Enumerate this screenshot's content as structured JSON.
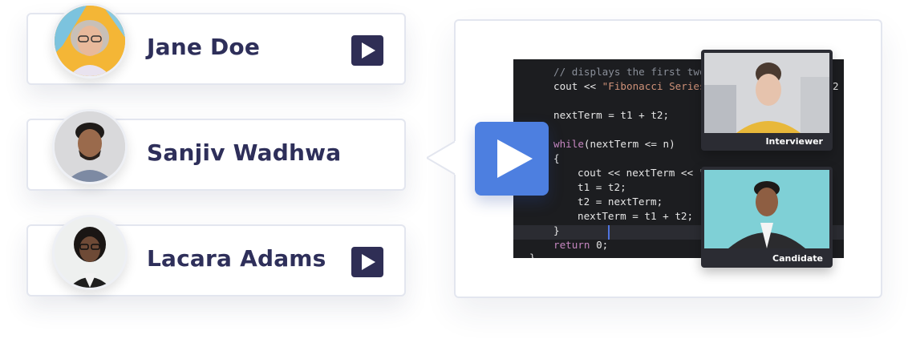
{
  "candidates": [
    {
      "name": "Jane Doe",
      "has_play": true
    },
    {
      "name": "Sanjiv Wadhwa",
      "has_play": false
    },
    {
      "name": "Lacara Adams",
      "has_play": true
    }
  ],
  "code": {
    "comment": "// displays the first two",
    "cout_prefix": "cout << ",
    "cout_string": "\"Fibonacci Series",
    "cout_right_tail": "2",
    "line_next_term": "nextTerm = t1 + t2;",
    "while_kw": "while",
    "while_rest": "(nextTerm <= n)",
    "open_brace": "{",
    "inner_cout": "cout << nextTerm << \"",
    "inner_t1": "t1 = t2;",
    "inner_t2": "t2 = nextTerm;",
    "inner_next": "nextTerm = t1 + t2;",
    "close_brace": "}",
    "return_kw": "return",
    "return_rest": " 0;",
    "final_brace": "}"
  },
  "videos": {
    "interviewer_label": "Interviewer",
    "candidate_label": "Candidate"
  },
  "icons": {
    "play": "play-icon",
    "big_play": "play-icon"
  },
  "colors": {
    "accent": "#4d7fe0",
    "dark_button": "#2f2e55",
    "name_text": "#2e2f5a",
    "code_bg": "#1c1d20",
    "candidate_bg": "#7fd0d6"
  }
}
